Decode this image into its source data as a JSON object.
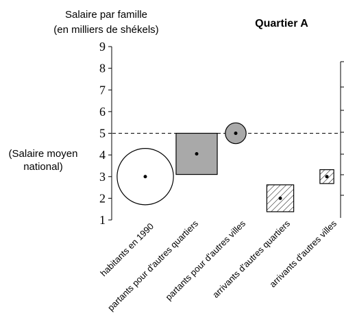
{
  "chart_data": {
    "type": "scatter",
    "title": "Quartier A",
    "ylabel_lines": [
      "Salaire par famille",
      "(en milliers de shékels)"
    ],
    "reference_line": {
      "y": 5,
      "label_lines": [
        "(Salaire moyen",
        "national)"
      ],
      "style": "dashed"
    },
    "ylim": [
      1,
      9
    ],
    "yticks": [
      "1",
      "2",
      "3",
      "4",
      "5",
      "6",
      "7",
      "8",
      "9"
    ],
    "categories": [
      "habitants en 1990",
      "partants pour d'autres quartiers",
      "partants pour d'autres villes",
      "arrivants d'autres quartiers",
      "arrivants d'autres villes"
    ],
    "points": [
      {
        "category": "habitants en 1990",
        "y": 3.0,
        "shape": "circle",
        "fill": "#ffffff",
        "hatch": false,
        "symbol_half_height": 1.3
      },
      {
        "category": "partants pour d'autres quartiers",
        "y": 4.05,
        "shape": "square",
        "fill": "#a9a9a9",
        "hatch": false,
        "symbol_half_height": 0.95
      },
      {
        "category": "partants pour d'autres villes",
        "y": 5.0,
        "shape": "circle",
        "fill": "#a9a9a9",
        "hatch": false,
        "symbol_half_height": 0.48
      },
      {
        "category": "arrivants d'autres quartiers",
        "y": 2.0,
        "shape": "square",
        "fill": "#ffffff",
        "hatch": true,
        "symbol_half_height": 0.62
      },
      {
        "category": "arrivants d'autres villes",
        "y": 3.0,
        "shape": "square",
        "fill": "#ffffff",
        "hatch": true,
        "symbol_half_height": 0.32
      }
    ],
    "grid": false
  }
}
